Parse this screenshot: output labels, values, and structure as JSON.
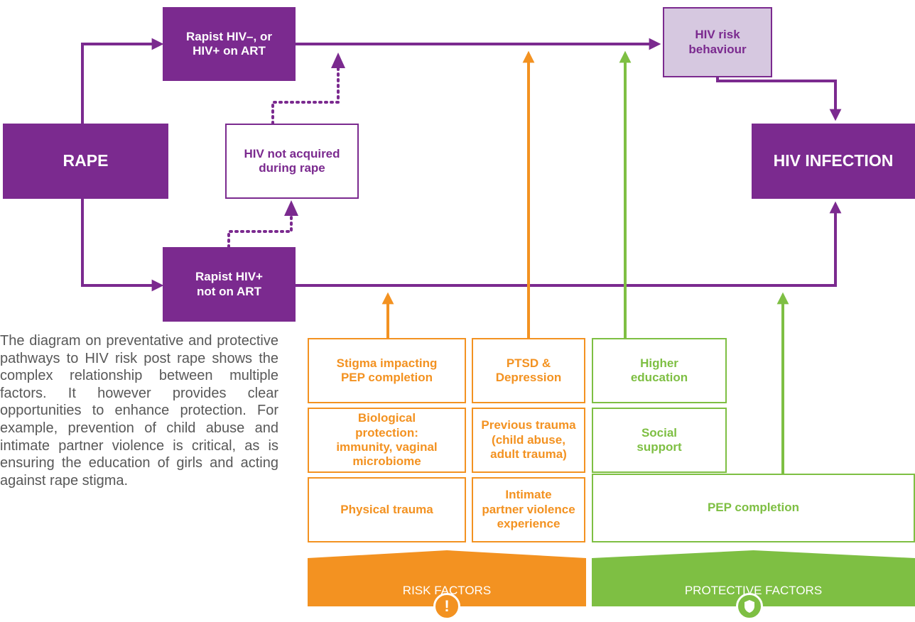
{
  "nodes": {
    "rape": "RAPE",
    "rapist_neg": "Rapist HIV–, or\nHIV+ on ART",
    "rapist_pos": "Rapist HIV+\nnot on ART",
    "not_acquired": "HIV not acquired\nduring rape",
    "risk_behaviour": "HIV risk\nbehaviour",
    "infection": "HIV INFECTION"
  },
  "risk_factors": {
    "stigma": "Stigma impacting\nPEP completion",
    "ptsd": "PTSD &\nDepression",
    "biological": "Biological\nprotection:\nimmunity, vaginal\nmicrobiome",
    "previous_trauma": "Previous trauma\n(child abuse,\nadult trauma)",
    "physical": "Physical trauma",
    "ipv": "Intimate\npartner violence\nexperience"
  },
  "protective_factors": {
    "education": "Higher\neducation",
    "social": "Social\nsupport",
    "pep": "PEP completion"
  },
  "banners": {
    "risk": "RISK FACTORS",
    "protective": "PROTECTIVE FACTORS",
    "risk_icon": "!"
  },
  "description": "The diagram on preventative and protective pathways to HIV risk post rape shows the complex relationship between multiple factors. It however provides clear opportunities to enhance protection. For example, prevention of child abuse and intimate partner violence is critical, as is ensuring the education of girls and acting against rape stigma.",
  "colors": {
    "purple": "#7b2a8f",
    "lilac": "#d6c8e0",
    "orange": "#f39221",
    "green": "#7ebf43",
    "text_gray": "#585858"
  },
  "icons": {
    "risk_badge": "exclamation-icon",
    "protective_badge": "shield-icon"
  }
}
